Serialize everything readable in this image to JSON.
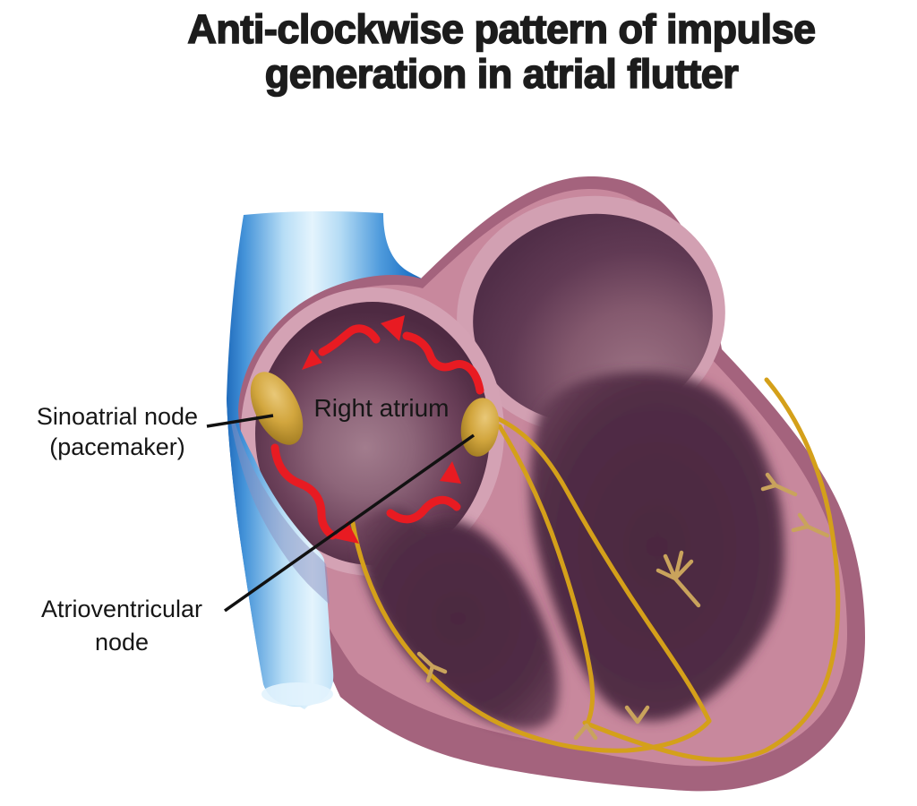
{
  "title": {
    "line1": "Anti-clockwise pattern of impulse",
    "line2": "generation in atrial flutter"
  },
  "labels": {
    "sinoatrial_node": {
      "line1": "Sinoatrial node",
      "line2": "(pacemaker)"
    },
    "right_atrium": "Right atrium",
    "atrioventricular_node": {
      "line1": "Atrioventricular",
      "line2": "node"
    }
  },
  "colors": {
    "background": "#ffffff",
    "text": "#1a1a1a",
    "heart_outer_wall": "#a4637d",
    "heart_wall": "#c8889d",
    "chamber_rim_pink": "#d4a2b4",
    "chamber_dark": "#4e2a42",
    "vena_cava_blue": "#2e86d4",
    "vena_cava_highlight": "#e4f4fd",
    "conduction_gold": "#d4a01a",
    "conduction_branch_tan": "#c9a35c",
    "node_gold": "#d2a63e",
    "impulse_arrow_red": "#e81b22",
    "pointer_line": "#111111"
  }
}
